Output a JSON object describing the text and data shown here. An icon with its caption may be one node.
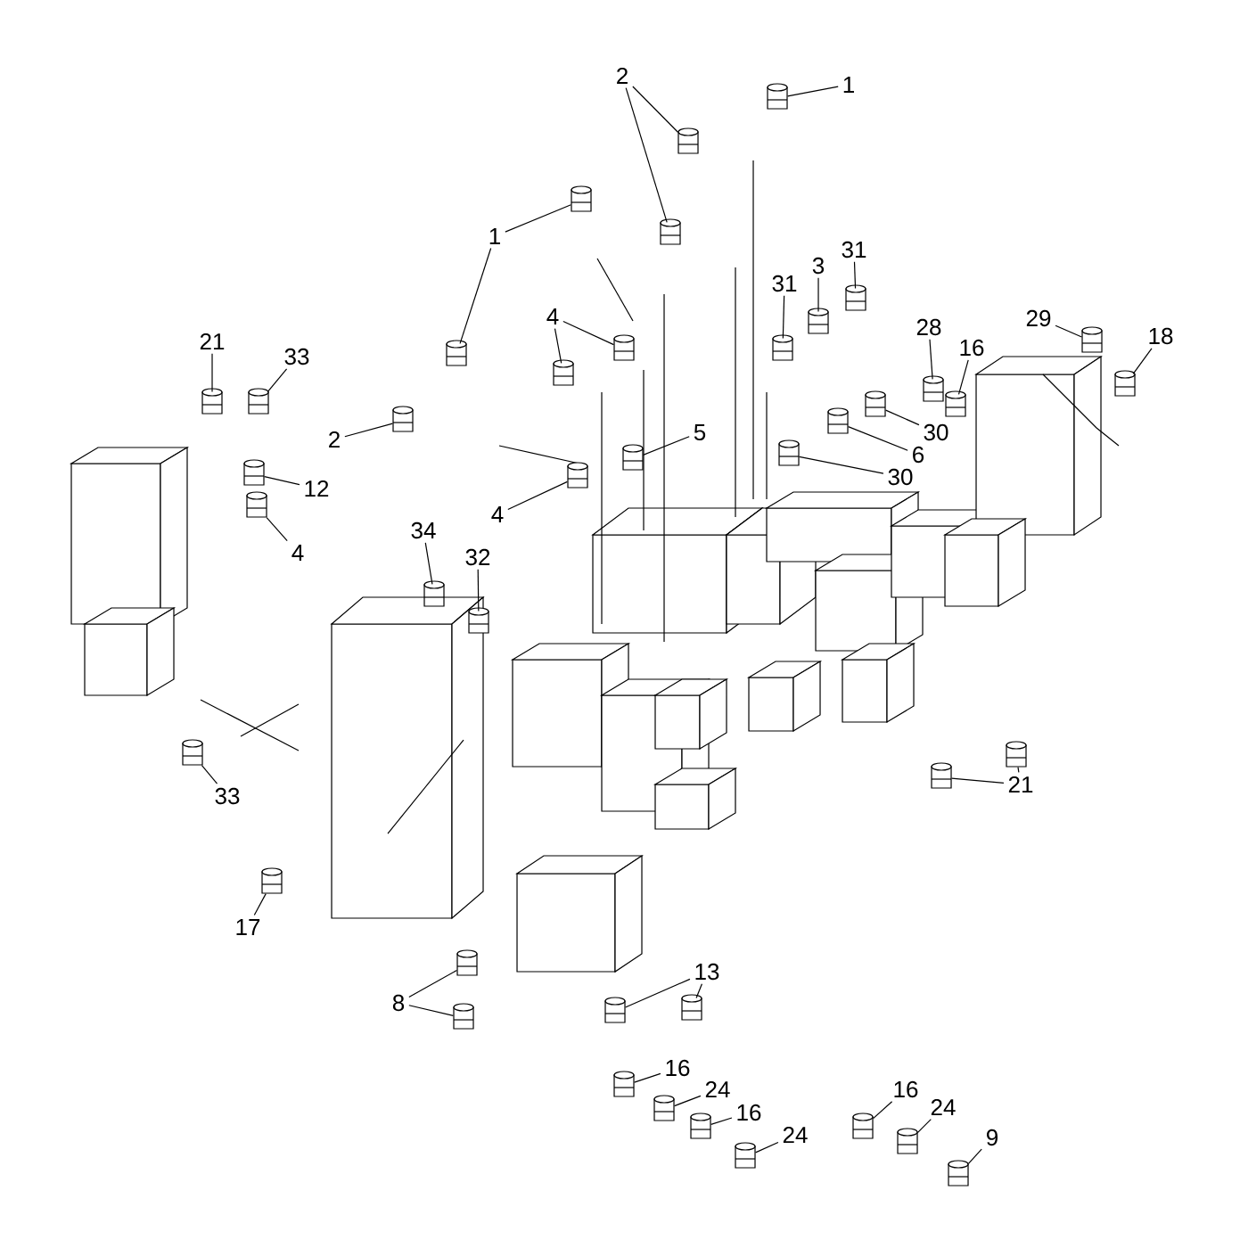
{
  "diagram": {
    "nodes": [
      {
        "text": [
          "1"
        ]
      },
      {
        "text": [
          "2"
        ]
      },
      {
        "text": [
          "1"
        ]
      },
      {
        "text": [
          "2"
        ]
      },
      {
        "text": [
          "21"
        ]
      },
      {
        "text": [
          "33"
        ]
      },
      {
        "text": [
          "12"
        ]
      },
      {
        "text": [
          "4"
        ]
      },
      {
        "text": [
          "4"
        ]
      },
      {
        "text": [
          "5"
        ]
      },
      {
        "text": [
          "4"
        ]
      },
      {
        "text": [
          "31"
        ]
      },
      {
        "text": [
          "3"
        ]
      },
      {
        "text": [
          "31"
        ]
      },
      {
        "text": [
          "28"
        ]
      },
      {
        "text": [
          "16"
        ]
      },
      {
        "text": [
          "29"
        ]
      },
      {
        "text": [
          "18"
        ]
      },
      {
        "text": [
          "30"
        ]
      },
      {
        "text": [
          "6"
        ]
      },
      {
        "text": [
          "30"
        ]
      },
      {
        "text": [
          "34"
        ]
      },
      {
        "text": [
          "32"
        ]
      },
      {
        "text": [
          "21"
        ]
      },
      {
        "text": [
          "33"
        ]
      },
      {
        "text": [
          "17"
        ]
      },
      {
        "text": [
          "8"
        ]
      },
      {
        "text": [
          "13"
        ]
      },
      {
        "text": [
          "16"
        ]
      },
      {
        "text": [
          "24"
        ]
      },
      {
        "text": [
          "16"
        ]
      },
      {
        "text": [
          "24"
        ]
      },
      {
        "text": [
          "16"
        ]
      },
      {
        "text": [
          "24"
        ]
      },
      {
        "text": [
          "9"
        ]
      },
      {
        "text": [],
        "shape": "picture"
      },
      {
        "text": [],
        "shape": "picture"
      },
      {
        "text": [],
        "shape": "picture"
      },
      {
        "text": [],
        "shape": "picture"
      },
      {
        "text": [],
        "shape": "picture"
      },
      {
        "text": [],
        "shape": "picture"
      },
      {
        "text": [],
        "shape": "picture"
      },
      {
        "text": [],
        "shape": "picture"
      },
      {
        "text": [],
        "shape": "picture"
      },
      {
        "text": [],
        "shape": "picture"
      },
      {
        "text": [],
        "shape": "picture"
      },
      {
        "text": [],
        "shape": "picture"
      },
      {
        "text": [],
        "shape": "picture"
      },
      {
        "text": [],
        "shape": "picture"
      },
      {
        "text": [],
        "shape": "picture"
      },
      {
        "text": [],
        "shape": "picture"
      },
      {
        "text": [],
        "shape": "picture"
      },
      {
        "text": [],
        "shape": "picture"
      },
      {
        "text": [],
        "shape": "picture"
      },
      {
        "text": [],
        "shape": "picture"
      },
      {
        "text": [],
        "shape": "picture"
      },
      {
        "text": [],
        "shape": "picture"
      },
      {
        "text": [],
        "shape": "picture"
      },
      {
        "text": [],
        "shape": "picture"
      },
      {
        "text": [],
        "shape": "picture"
      },
      {
        "text": [],
        "shape": "picture"
      },
      {
        "text": [],
        "shape": "picture"
      },
      {
        "text": [],
        "shape": "picture"
      },
      {
        "text": [],
        "shape": "picture"
      },
      {
        "text": [],
        "shape": "picture"
      },
      {
        "text": [],
        "shape": "picture"
      },
      {
        "text": [],
        "shape": "picture"
      },
      {
        "text": [],
        "shape": "picture"
      },
      {
        "text": [],
        "shape": "picture"
      },
      {
        "text": [],
        "shape": "picture"
      },
      {
        "text": [],
        "shape": "picture"
      },
      {
        "text": [],
        "shape": "picture"
      },
      {
        "text": [],
        "shape": "picture"
      },
      {
        "text": [],
        "shape": "picture"
      },
      {
        "text": [],
        "shape": "picture"
      },
      {
        "text": [],
        "shape": "picture"
      }
    ],
    "edges": [
      {
        "from": 0,
        "to": 35,
        "arrow": "none"
      },
      {
        "from": 1,
        "to": 36,
        "arrow": "none"
      },
      {
        "from": 1,
        "to": 37,
        "arrow": "none"
      },
      {
        "from": 2,
        "to": 38,
        "arrow": "none"
      },
      {
        "from": 2,
        "to": 39,
        "arrow": "none"
      },
      {
        "from": 3,
        "to": 40,
        "arrow": "none"
      },
      {
        "from": 4,
        "to": 41,
        "arrow": "none"
      },
      {
        "from": 5,
        "to": 42,
        "arrow": "none"
      },
      {
        "from": 6,
        "to": 43,
        "arrow": "none"
      },
      {
        "from": 7,
        "to": 44,
        "arrow": "none"
      },
      {
        "from": 8,
        "to": 45,
        "arrow": "none"
      },
      {
        "from": 8,
        "to": 46,
        "arrow": "none"
      },
      {
        "from": 9,
        "to": 47,
        "arrow": "none"
      },
      {
        "from": 10,
        "to": 48,
        "arrow": "none"
      },
      {
        "from": 11,
        "to": 49,
        "arrow": "none"
      },
      {
        "from": 12,
        "to": 50,
        "arrow": "none"
      },
      {
        "from": 13,
        "to": 51,
        "arrow": "none"
      },
      {
        "from": 14,
        "to": 52,
        "arrow": "none"
      },
      {
        "from": 15,
        "to": 53,
        "arrow": "none"
      },
      {
        "from": 16,
        "to": 54,
        "arrow": "none"
      },
      {
        "from": 17,
        "to": 55,
        "arrow": "none"
      },
      {
        "from": 18,
        "to": 56,
        "arrow": "none"
      },
      {
        "from": 19,
        "to": 57,
        "arrow": "none"
      },
      {
        "from": 20,
        "to": 58,
        "arrow": "none"
      },
      {
        "from": 21,
        "to": 59,
        "arrow": "none"
      },
      {
        "from": 22,
        "to": 60,
        "arrow": "none"
      },
      {
        "from": 23,
        "to": 61,
        "arrow": "none"
      },
      {
        "from": 23,
        "to": 62,
        "arrow": "none"
      },
      {
        "from": 24,
        "to": 63,
        "arrow": "none"
      },
      {
        "from": 25,
        "to": 64,
        "arrow": "none"
      },
      {
        "from": 26,
        "to": 65,
        "arrow": "none"
      },
      {
        "from": 26,
        "to": 66,
        "arrow": "none"
      },
      {
        "from": 27,
        "to": 67,
        "arrow": "none"
      },
      {
        "from": 27,
        "to": 68,
        "arrow": "none"
      },
      {
        "from": 28,
        "to": 69,
        "arrow": "none"
      },
      {
        "from": 29,
        "to": 70,
        "arrow": "none"
      },
      {
        "from": 30,
        "to": 71,
        "arrow": "none"
      },
      {
        "from": 31,
        "to": 72,
        "arrow": "none"
      },
      {
        "from": 32,
        "to": 73,
        "arrow": "none"
      },
      {
        "from": 33,
        "to": 74,
        "arrow": "none"
      },
      {
        "from": 34,
        "to": 75,
        "arrow": "none"
      }
    ]
  }
}
